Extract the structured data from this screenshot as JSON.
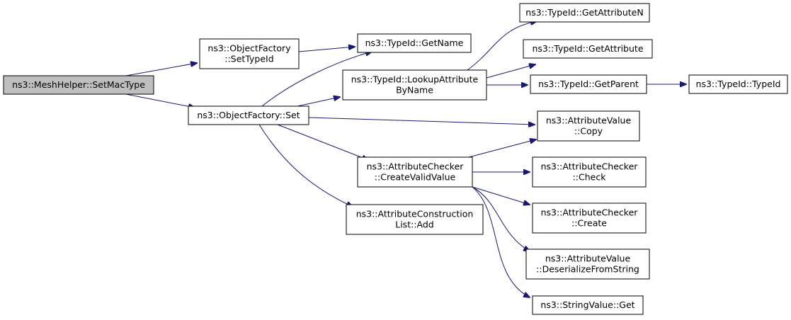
{
  "diagram": {
    "nodes": [
      {
        "id": "mesh_setmactype",
        "lines": [
          "ns3::MeshHelper::SetMacType"
        ],
        "root": true
      },
      {
        "id": "of_settypeid",
        "lines": [
          "ns3::ObjectFactory",
          "::SetTypeId"
        ]
      },
      {
        "id": "of_set",
        "lines": [
          "ns3::ObjectFactory::Set"
        ]
      },
      {
        "id": "tid_getname",
        "lines": [
          "ns3::TypeId::GetName"
        ]
      },
      {
        "id": "tid_lookup",
        "lines": [
          "ns3::TypeId::LookupAttribute",
          "ByName"
        ]
      },
      {
        "id": "ac_createvalid",
        "lines": [
          "ns3::AttributeChecker",
          "::CreateValidValue"
        ]
      },
      {
        "id": "acl_add",
        "lines": [
          "ns3::AttributeConstruction",
          "List::Add"
        ]
      },
      {
        "id": "tid_getattrn",
        "lines": [
          "ns3::TypeId::GetAttributeN"
        ]
      },
      {
        "id": "tid_getattr",
        "lines": [
          "ns3::TypeId::GetAttribute"
        ]
      },
      {
        "id": "tid_getparent",
        "lines": [
          "ns3::TypeId::GetParent"
        ]
      },
      {
        "id": "av_copy",
        "lines": [
          "ns3::AttributeValue",
          "::Copy"
        ]
      },
      {
        "id": "ac_check",
        "lines": [
          "ns3::AttributeChecker",
          "::Check"
        ]
      },
      {
        "id": "ac_create",
        "lines": [
          "ns3::AttributeChecker",
          "::Create"
        ]
      },
      {
        "id": "av_deser",
        "lines": [
          "ns3::AttributeValue",
          "::DeserializeFromString"
        ]
      },
      {
        "id": "sv_get",
        "lines": [
          "ns3::StringValue::Get"
        ]
      },
      {
        "id": "tid_typeid",
        "lines": [
          "ns3::TypeId::TypeId"
        ]
      }
    ],
    "edges": [
      [
        "mesh_setmactype",
        "of_settypeid"
      ],
      [
        "mesh_setmactype",
        "of_set"
      ],
      [
        "of_settypeid",
        "tid_getname"
      ],
      [
        "of_set",
        "tid_getname"
      ],
      [
        "of_set",
        "tid_lookup"
      ],
      [
        "of_set",
        "av_copy"
      ],
      [
        "of_set",
        "ac_createvalid"
      ],
      [
        "of_set",
        "acl_add"
      ],
      [
        "tid_lookup",
        "tid_getattrn"
      ],
      [
        "tid_lookup",
        "tid_getattr"
      ],
      [
        "tid_lookup",
        "tid_getparent"
      ],
      [
        "tid_getparent",
        "tid_typeid"
      ],
      [
        "ac_createvalid",
        "av_copy"
      ],
      [
        "ac_createvalid",
        "ac_check"
      ],
      [
        "ac_createvalid",
        "ac_create"
      ],
      [
        "ac_createvalid",
        "av_deser"
      ],
      [
        "ac_createvalid",
        "sv_get"
      ]
    ],
    "colors": {
      "edge": "#191970",
      "root_fill": "#bfbfbf",
      "node_fill": "#ffffff",
      "node_border": "#000000"
    }
  }
}
